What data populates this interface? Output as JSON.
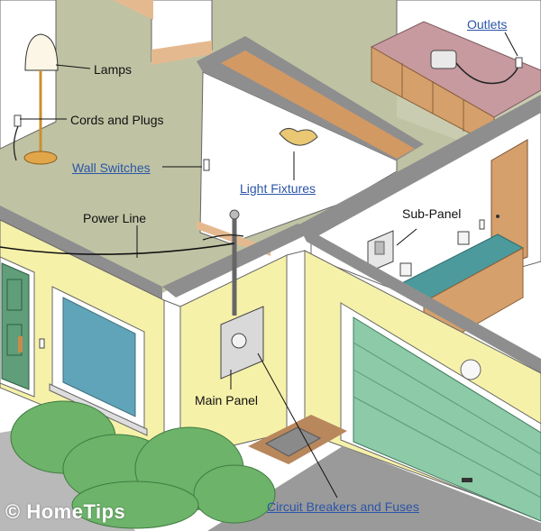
{
  "labels": {
    "lamps": "Lamps",
    "cords_and_plugs": "Cords and Plugs",
    "wall_switches": "Wall Switches",
    "light_fixtures": "Light Fixtures",
    "outlets": "Outlets",
    "sub_panel": "Sub-Panel",
    "power_line": "Power Line",
    "main_panel": "Main Panel",
    "circuit_breakers_and_fuses": "Circuit Breakers and Fuses"
  },
  "watermark": {
    "symbol": "©",
    "brand": "HomeTips"
  },
  "colors": {
    "link": "#2b55a8",
    "floor": "#bfc3a3",
    "exterior_wall": "#f6f1a9",
    "roof_trim": "#8e8e8e",
    "garage_door": "#8ccaa8",
    "shrubs": "#6db36a",
    "countertop": "#c79aa0",
    "cabinets": "#d5a06b",
    "bench": "#4d9a9c",
    "front_door": "#5f9e79",
    "window_glass": "#5fa4b8"
  }
}
